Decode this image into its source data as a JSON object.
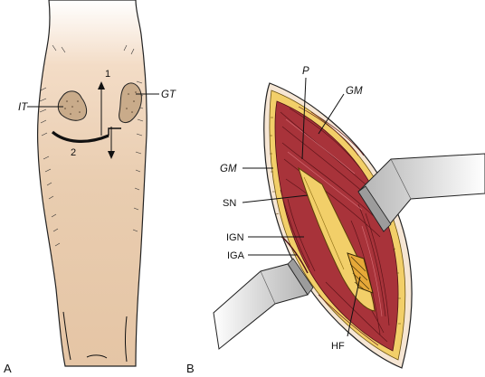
{
  "panels": {
    "a": {
      "letter": "A",
      "labels": {
        "it": "IT",
        "gt": "GT",
        "one": "1",
        "two": "2"
      }
    },
    "b": {
      "letter": "B",
      "labels": {
        "p": "P",
        "gm_top": "GM",
        "gm_left": "GM",
        "sn": "SN",
        "ign": "IGN",
        "iga": "IGA",
        "hf": "HF"
      }
    }
  },
  "colors": {
    "skin": "#e9cdb0",
    "skin_light": "#f6e6d4",
    "bone": "#c9ab8a",
    "muscle": "#a8333a",
    "muscle_dark": "#7d1f26",
    "fat": "#f2cf69",
    "fat_light": "#fae3a0",
    "retractor": "#c9c9c9",
    "retractor_dark": "#9c9c9c",
    "ink": "#111111"
  }
}
